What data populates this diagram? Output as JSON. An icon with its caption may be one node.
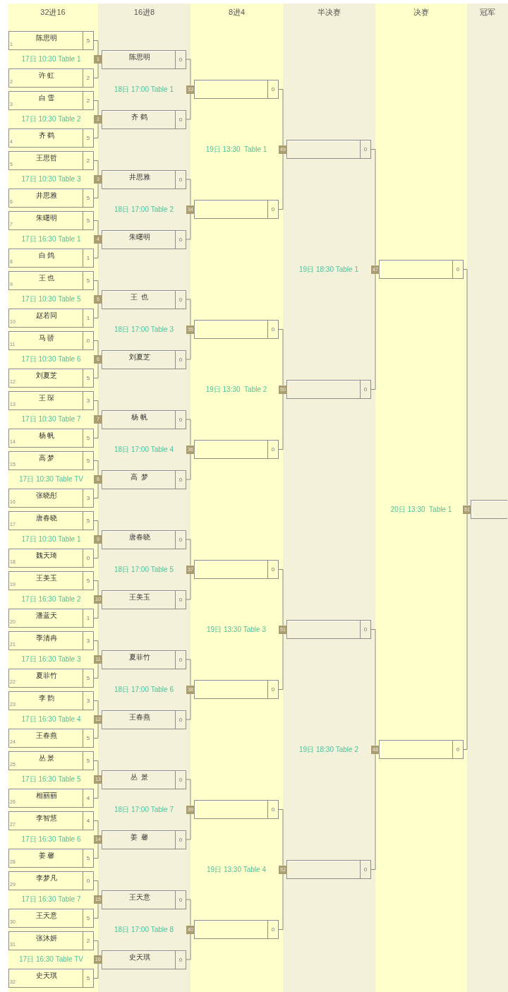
{
  "diagram": {
    "nodes": [
      {
        "text": [
          "32进16"
        ]
      },
      {
        "text": [
          "16进8"
        ]
      },
      {
        "text": [
          "8进4"
        ]
      },
      {
        "text": [
          "半决赛"
        ]
      },
      {
        "text": [
          "决赛"
        ]
      },
      {
        "text": [
          "冠军"
        ]
      },
      {
        "text": [
          "1",
          "陈思明",
          "5"
        ],
        "in": 0
      },
      {
        "text": [
          "2",
          "许 虹",
          "2"
        ],
        "in": 0
      },
      {
        "text": [
          "3",
          "白 雪",
          "2"
        ],
        "in": 0
      },
      {
        "text": [
          "4",
          "齐 鹤",
          "5"
        ],
        "in": 0
      },
      {
        "text": [
          "5",
          "王思哲",
          "2"
        ],
        "in": 0
      },
      {
        "text": [
          "6",
          "井思雅",
          "5"
        ],
        "in": 0
      },
      {
        "text": [
          "7",
          "朱曙明",
          "5"
        ],
        "in": 0
      },
      {
        "text": [
          "8",
          "白 鸽",
          "1"
        ],
        "in": 0
      },
      {
        "text": [
          "9",
          "王 也",
          "5"
        ],
        "in": 0
      },
      {
        "text": [
          "10",
          "赵若同",
          "1"
        ],
        "in": 0
      },
      {
        "text": [
          "11",
          "马 骄",
          "0"
        ],
        "in": 0
      },
      {
        "text": [
          "12",
          "刘夏芝",
          "5"
        ],
        "in": 0
      },
      {
        "text": [
          "13",
          "王 琛",
          "3"
        ],
        "in": 0
      },
      {
        "text": [
          "14",
          "杨 帆",
          "5"
        ],
        "in": 0
      },
      {
        "text": [
          "15",
          "高 梦",
          "5"
        ],
        "in": 0
      },
      {
        "text": [
          "16",
          "张晓彤",
          "3"
        ],
        "in": 0
      },
      {
        "text": [
          "17",
          "唐春晓",
          "5"
        ],
        "in": 0
      },
      {
        "text": [
          "18",
          "魏天琦",
          "0"
        ],
        "in": 0
      },
      {
        "text": [
          "19",
          "王美玉",
          "5"
        ],
        "in": 0
      },
      {
        "text": [
          "20",
          "潘蓝天",
          "1"
        ],
        "in": 0
      },
      {
        "text": [
          "21",
          "季清冉",
          "3"
        ],
        "in": 0
      },
      {
        "text": [
          "22",
          "夏菲竹",
          "5"
        ],
        "in": 0
      },
      {
        "text": [
          "23",
          "李 韵",
          "3"
        ],
        "in": 0
      },
      {
        "text": [
          "24",
          "王春燕",
          "5"
        ],
        "in": 0
      },
      {
        "text": [
          "25",
          "丛 景",
          "5"
        ],
        "in": 0
      },
      {
        "text": [
          "26",
          "相丽丽",
          "4"
        ],
        "in": 0
      },
      {
        "text": [
          "27",
          "李智慧",
          "4"
        ],
        "in": 0
      },
      {
        "text": [
          "28",
          "姜 馨",
          "5"
        ],
        "in": 0
      },
      {
        "text": [
          "29",
          "李梦凡",
          "0"
        ],
        "in": 0
      },
      {
        "text": [
          "30",
          "王天意",
          "5"
        ],
        "in": 0
      },
      {
        "text": [
          "31",
          "张沐妍",
          "2"
        ],
        "in": 0
      },
      {
        "text": [
          "32",
          "史天琪",
          "5"
        ],
        "in": 0
      },
      {
        "text": [
          "陈思明",
          "0"
        ],
        "in": 1
      },
      {
        "text": [
          "齐 鹤",
          "0"
        ],
        "in": 1
      },
      {
        "text": [
          "井思雅",
          "0"
        ],
        "in": 1
      },
      {
        "text": [
          "朱曙明",
          "0"
        ],
        "in": 1
      },
      {
        "text": [
          "王  也",
          "0"
        ],
        "in": 1
      },
      {
        "text": [
          "刘夏芝",
          "0"
        ],
        "in": 1
      },
      {
        "text": [
          "杨 帆",
          "0"
        ],
        "in": 1
      },
      {
        "text": [
          "高  梦",
          "0"
        ],
        "in": 1
      },
      {
        "text": [
          "唐春晓",
          "0"
        ],
        "in": 1
      },
      {
        "text": [
          "王美玉",
          "0"
        ],
        "in": 1
      },
      {
        "text": [
          "夏菲竹",
          "0"
        ],
        "in": 1
      },
      {
        "text": [
          "王春燕",
          "0"
        ],
        "in": 1
      },
      {
        "text": [
          "丛  景",
          "0"
        ],
        "in": 1
      },
      {
        "text": [
          "姜  馨",
          "0"
        ],
        "in": 1
      },
      {
        "text": [
          "王天意",
          "0"
        ],
        "in": 1
      },
      {
        "text": [
          "史天琪",
          "0"
        ],
        "in": 1
      },
      {
        "text": [
          "0"
        ],
        "in": 2
      },
      {
        "text": [
          "0"
        ],
        "in": 2
      },
      {
        "text": [
          "0"
        ],
        "in": 2
      },
      {
        "text": [
          "0"
        ],
        "in": 2
      },
      {
        "text": [
          "0"
        ],
        "in": 2
      },
      {
        "text": [
          "0"
        ],
        "in": 2
      },
      {
        "text": [
          "0"
        ],
        "in": 2
      },
      {
        "text": [
          "0"
        ],
        "in": 2
      },
      {
        "text": [
          "0"
        ],
        "in": 3
      },
      {
        "text": [
          "0"
        ],
        "in": 3
      },
      {
        "text": [
          "0"
        ],
        "in": 3
      },
      {
        "text": [
          "0"
        ],
        "in": 3
      },
      {
        "text": [
          "0"
        ],
        "in": 4
      },
      {
        "text": [
          "0"
        ],
        "in": 4
      },
      {
        "text": [],
        "shape": "box",
        "in": 5
      },
      {
        "text": [
          "1"
        ]
      },
      {
        "text": [
          "2"
        ]
      },
      {
        "text": [
          "3"
        ]
      },
      {
        "text": [
          "4"
        ]
      },
      {
        "text": [
          "5"
        ]
      },
      {
        "text": [
          "6"
        ]
      },
      {
        "text": [
          "7"
        ]
      },
      {
        "text": [
          "8"
        ]
      },
      {
        "text": [
          "9"
        ]
      },
      {
        "text": [
          "10"
        ]
      },
      {
        "text": [
          "11"
        ]
      },
      {
        "text": [
          "12"
        ]
      },
      {
        "text": [
          "13"
        ]
      },
      {
        "text": [
          "14"
        ]
      },
      {
        "text": [
          "15"
        ]
      },
      {
        "text": [
          "16"
        ]
      },
      {
        "text": [
          "33"
        ]
      },
      {
        "text": [
          "34"
        ]
      },
      {
        "text": [
          "35"
        ]
      },
      {
        "text": [
          "36"
        ]
      },
      {
        "text": [
          "37"
        ]
      },
      {
        "text": [
          "38"
        ]
      },
      {
        "text": [
          "39"
        ]
      },
      {
        "text": [
          "40"
        ]
      },
      {
        "text": [
          "49"
        ]
      },
      {
        "text": [
          "50"
        ]
      },
      {
        "text": [
          "51"
        ]
      },
      {
        "text": [
          "52"
        ]
      },
      {
        "text": [
          "47"
        ]
      },
      {
        "text": [
          "48"
        ]
      },
      {
        "text": [
          "51"
        ]
      }
    ],
    "edges": [
      {
        "from": 6,
        "to": 69,
        "arrow": "none"
      },
      {
        "from": 7,
        "to": 69,
        "arrow": "none"
      },
      {
        "from": 8,
        "to": 70,
        "arrow": "none"
      },
      {
        "from": 9,
        "to": 70,
        "arrow": "none"
      },
      {
        "from": 10,
        "to": 71,
        "arrow": "none"
      },
      {
        "from": 11,
        "to": 71,
        "arrow": "none"
      },
      {
        "from": 12,
        "to": 72,
        "arrow": "none"
      },
      {
        "from": 13,
        "to": 72,
        "arrow": "none"
      },
      {
        "from": 14,
        "to": 73,
        "arrow": "none"
      },
      {
        "from": 15,
        "to": 73,
        "arrow": "none"
      },
      {
        "from": 16,
        "to": 74,
        "arrow": "none"
      },
      {
        "from": 17,
        "to": 74,
        "arrow": "none"
      },
      {
        "from": 18,
        "to": 75,
        "arrow": "none"
      },
      {
        "from": 19,
        "to": 75,
        "arrow": "none"
      },
      {
        "from": 20,
        "to": 76,
        "arrow": "none"
      },
      {
        "from": 21,
        "to": 76,
        "arrow": "none"
      },
      {
        "from": 22,
        "to": 77,
        "arrow": "none"
      },
      {
        "from": 23,
        "to": 77,
        "arrow": "none"
      },
      {
        "from": 24,
        "to": 78,
        "arrow": "none"
      },
      {
        "from": 25,
        "to": 78,
        "arrow": "none"
      },
      {
        "from": 26,
        "to": 79,
        "arrow": "none"
      },
      {
        "from": 27,
        "to": 79,
        "arrow": "none"
      },
      {
        "from": 28,
        "to": 80,
        "arrow": "none"
      },
      {
        "from": 29,
        "to": 80,
        "arrow": "none"
      },
      {
        "from": 30,
        "to": 81,
        "arrow": "none"
      },
      {
        "from": 31,
        "to": 81,
        "arrow": "none"
      },
      {
        "from": 32,
        "to": 82,
        "arrow": "none"
      },
      {
        "from": 33,
        "to": 82,
        "arrow": "none"
      },
      {
        "from": 34,
        "to": 83,
        "arrow": "none"
      },
      {
        "from": 35,
        "to": 83,
        "arrow": "none"
      },
      {
        "from": 36,
        "to": 84,
        "arrow": "none"
      },
      {
        "from": 37,
        "to": 84,
        "arrow": "none"
      },
      {
        "from": 38,
        "to": 85,
        "arrow": "none"
      },
      {
        "from": 39,
        "to": 85,
        "arrow": "none"
      },
      {
        "from": 40,
        "to": 86,
        "arrow": "none"
      },
      {
        "from": 41,
        "to": 86,
        "arrow": "none"
      },
      {
        "from": 42,
        "to": 87,
        "arrow": "none"
      },
      {
        "from": 43,
        "to": 87,
        "arrow": "none"
      },
      {
        "from": 44,
        "to": 88,
        "arrow": "none"
      },
      {
        "from": 45,
        "to": 88,
        "arrow": "none"
      },
      {
        "from": 46,
        "to": 89,
        "arrow": "none"
      },
      {
        "from": 47,
        "to": 89,
        "arrow": "none"
      },
      {
        "from": 48,
        "to": 90,
        "arrow": "none"
      },
      {
        "from": 49,
        "to": 90,
        "arrow": "none"
      },
      {
        "from": 50,
        "to": 91,
        "arrow": "none"
      },
      {
        "from": 51,
        "to": 91,
        "arrow": "none"
      },
      {
        "from": 52,
        "to": 92,
        "arrow": "none"
      },
      {
        "from": 53,
        "to": 92,
        "arrow": "none"
      },
      {
        "from": 54,
        "to": 93,
        "arrow": "none"
      },
      {
        "from": 55,
        "to": 93,
        "arrow": "none"
      },
      {
        "from": 56,
        "to": 94,
        "arrow": "none"
      },
      {
        "from": 57,
        "to": 94,
        "arrow": "none"
      },
      {
        "from": 58,
        "to": 95,
        "arrow": "none"
      },
      {
        "from": 59,
        "to": 95,
        "arrow": "none"
      },
      {
        "from": 60,
        "to": 96,
        "arrow": "none"
      },
      {
        "from": 61,
        "to": 96,
        "arrow": "none"
      },
      {
        "from": 62,
        "to": 97,
        "arrow": "none"
      },
      {
        "from": 63,
        "to": 97,
        "arrow": "none"
      },
      {
        "from": 64,
        "to": 98,
        "arrow": "none"
      },
      {
        "from": 65,
        "to": 98,
        "arrow": "none"
      },
      {
        "from": 66,
        "to": 99,
        "arrow": "none"
      },
      {
        "from": 67,
        "to": 99,
        "arrow": "none"
      }
    ],
    "labels": [
      "17日 10:30 Table 1",
      "17日 10:30 Table 2",
      "17日 10:30 Table 3",
      "17日 16:30 Table 1",
      "17日 10:30 Table 5",
      "17日 10:30 Table 6",
      "17日 10:30 Table 7",
      "17日 10:30 Table TV",
      "17日 10:30 Table 1",
      "17日 16:30 Table 2",
      "17日 16:30 Table 3",
      "17日 16:30 Table 4",
      "17日 16:30 Table 5",
      "17日 16:30 Table 6",
      "17日 16:30 Table 7",
      "17日 16:30 Table TV",
      "18日 17:00 Table 1",
      "18日 17:00 Table 2",
      "18日 17:00 Table 3",
      "18日 17:00 Table 4",
      "18日 17:00 Table 5",
      "18日 17:00 Table 6",
      "18日 17:00 Table 7",
      "18日 17:00 Table 8",
      "19日 13:30  Table 1",
      "19日 13:30  Table 2",
      "19日 13:30 Table 3",
      "19日 13:30 Table 4",
      "19日 18:30 Table 1",
      "19日 18:30 Table 2",
      "20日 13:30  Table 1"
    ]
  }
}
